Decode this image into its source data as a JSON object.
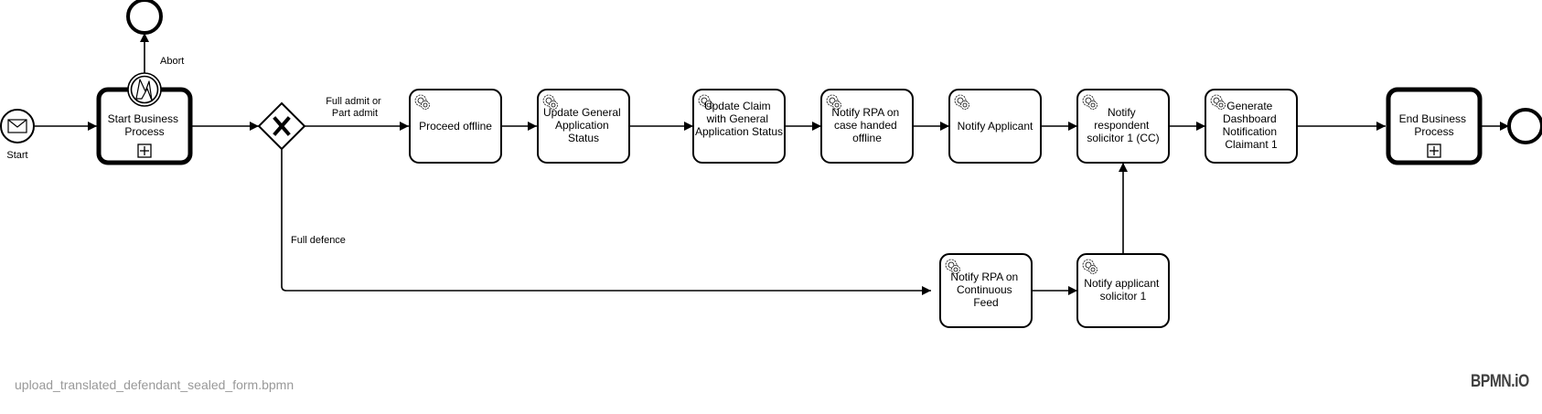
{
  "diagram": {
    "start_event_label": "Start",
    "boundary_event_label": "Abort",
    "start_subprocess_label": "Start Business Process",
    "end_subprocess_label": "End Business Process",
    "gateway_marker": "X",
    "flows": {
      "full_admit": "Full admit or Part admit",
      "full_defence": "Full defence"
    },
    "tasks": {
      "proceed_offline": "Proceed offline",
      "update_ga_status": "Update General Application Status",
      "update_claim_ga_status": "Update Claim with General Application Status",
      "notify_rpa_offline": "Notify RPA on case handed offline",
      "notify_applicant": "Notify Applicant",
      "notify_respondent_cc": "Notify respondent solicitor 1 (CC)",
      "generate_dashboard": "Generate Dashboard Notification Claimant 1",
      "notify_rpa_feed": "Notify RPA on Continuous Feed",
      "notify_applicant_solicitor": "Notify applicant solicitor 1"
    },
    "icons": {
      "start_event": "envelope-icon",
      "boundary_event": "lightning-icon",
      "service_task": "gear-icon",
      "subprocess_marker": "plus-box-icon"
    }
  },
  "footer": {
    "filename": "upload_translated_defendant_sealed_form.bpmn",
    "brand": "BPMN.iO"
  }
}
